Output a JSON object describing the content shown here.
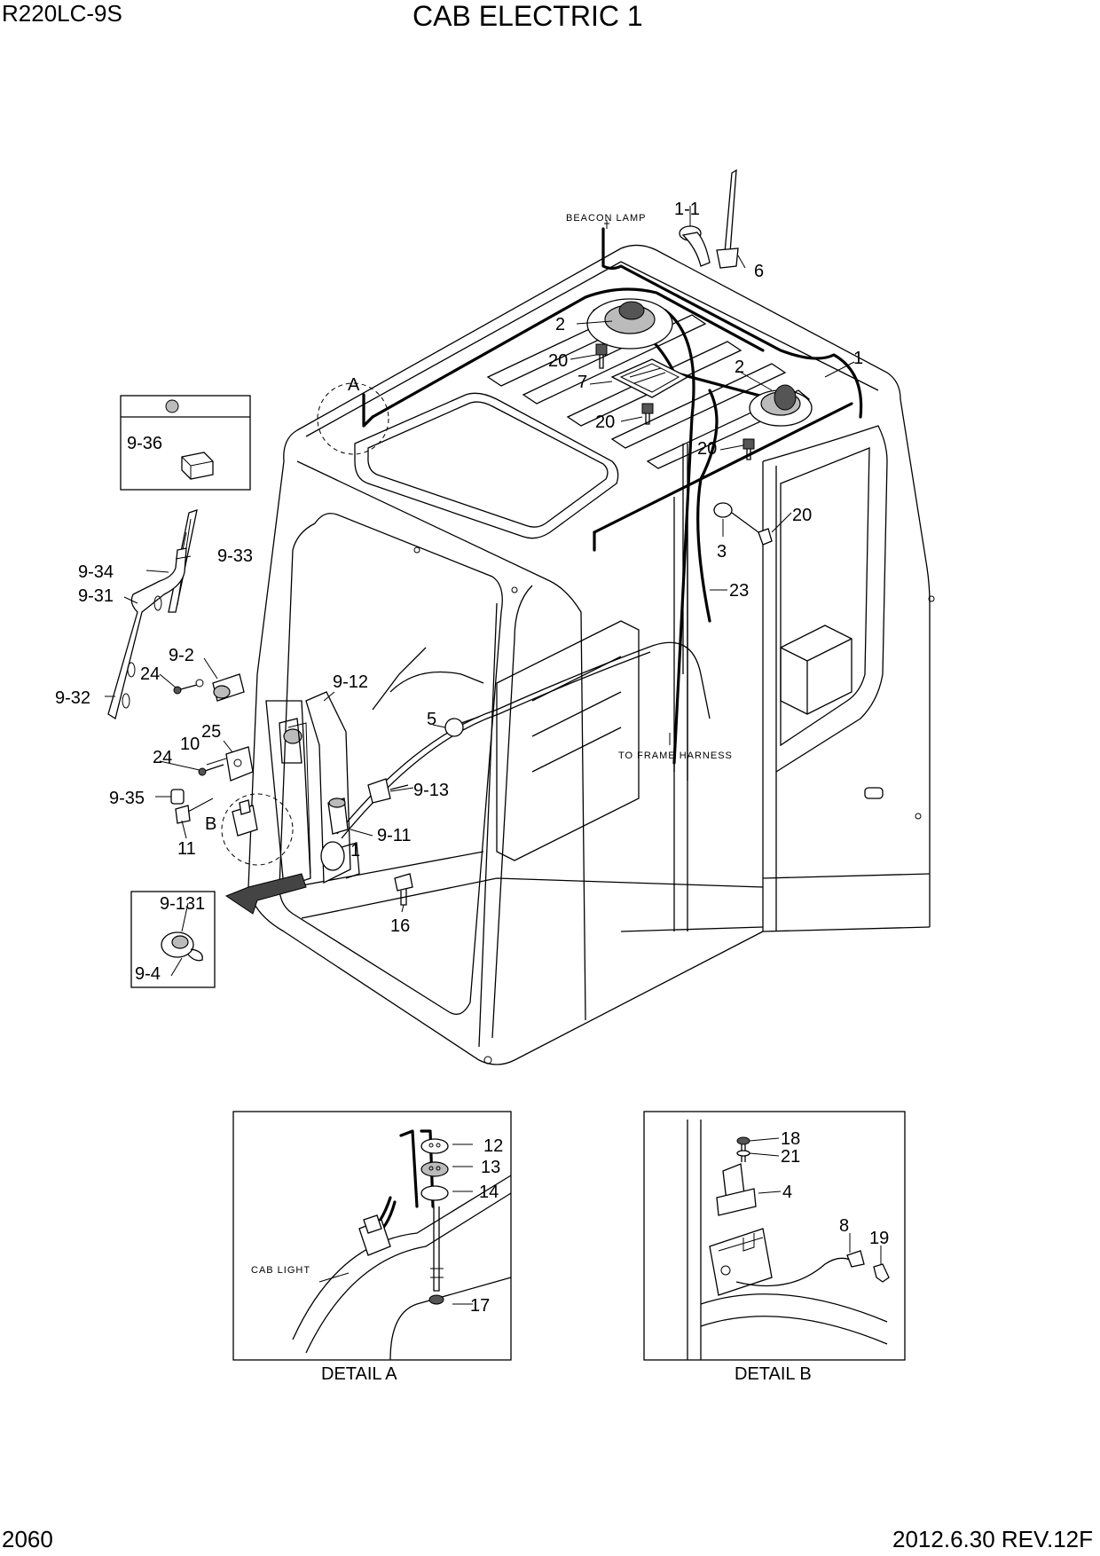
{
  "header": {
    "model": "R220LC-9S",
    "title": "CAB ELECTRIC 1"
  },
  "footer": {
    "page_number": "2060",
    "revision": "2012.6.30  REV.12F"
  },
  "notes": {
    "beacon_lamp": "BEACON LAMP",
    "to_frame_harness": "TO FRAME HARNESS",
    "cab_light": "CAB LIGHT"
  },
  "details": {
    "a_caption": "DETAIL A",
    "b_caption": "DETAIL B",
    "a_marker": "A",
    "b_marker": "B"
  },
  "parts": {
    "p1_1": "1-1",
    "p6": "6",
    "p2a": "2",
    "p2b": "2",
    "p1a": "1",
    "p1b": "1",
    "p20a": "20",
    "p20b": "20",
    "p20c": "20",
    "p20d": "20",
    "p7": "7",
    "p3": "3",
    "p23": "23",
    "p5": "5",
    "p9_12": "9-12",
    "p9_13": "9-13",
    "p9_11": "9-11",
    "p16": "16",
    "p9_36": "9-36",
    "p9_33": "9-33",
    "p9_34": "9-34",
    "p9_31": "9-31",
    "p9_2": "9-2",
    "p24a": "24",
    "p24b": "24",
    "p9_32": "9-32",
    "p25": "25",
    "p10": "10",
    "p9_35": "9-35",
    "p11": "11",
    "p9_131": "9-131",
    "p9_4": "9-4",
    "p12": "12",
    "p13": "13",
    "p14": "14",
    "p17": "17",
    "p18": "18",
    "p21": "21",
    "p4": "4",
    "p8": "8",
    "p19": "19"
  }
}
